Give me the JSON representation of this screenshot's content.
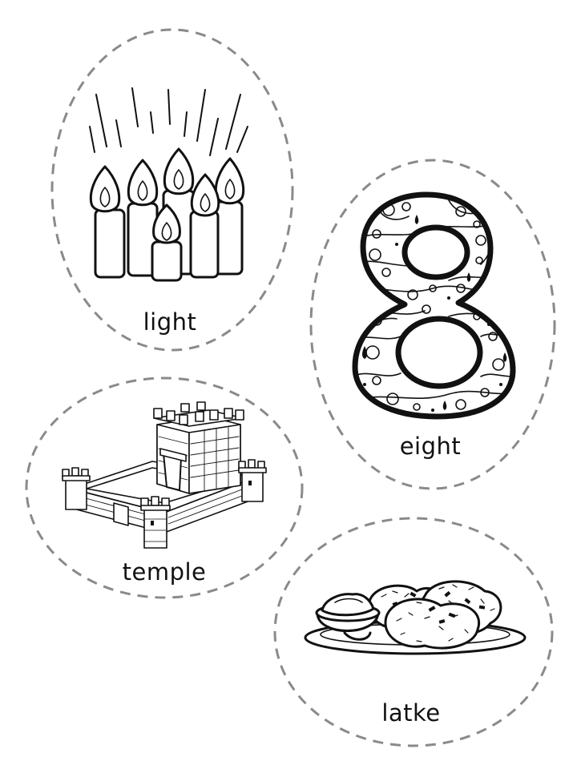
{
  "cards": [
    {
      "word": "light",
      "picture": "menorah-candles-icon"
    },
    {
      "word": "eight",
      "picture": "number-eight-icon"
    },
    {
      "word": "temple",
      "picture": "temple-icon"
    },
    {
      "word": "latke",
      "picture": "latke-plate-icon"
    }
  ],
  "colors": {
    "ink": "#111111",
    "cut_line": "#8a8a8a",
    "paper": "#ffffff"
  }
}
